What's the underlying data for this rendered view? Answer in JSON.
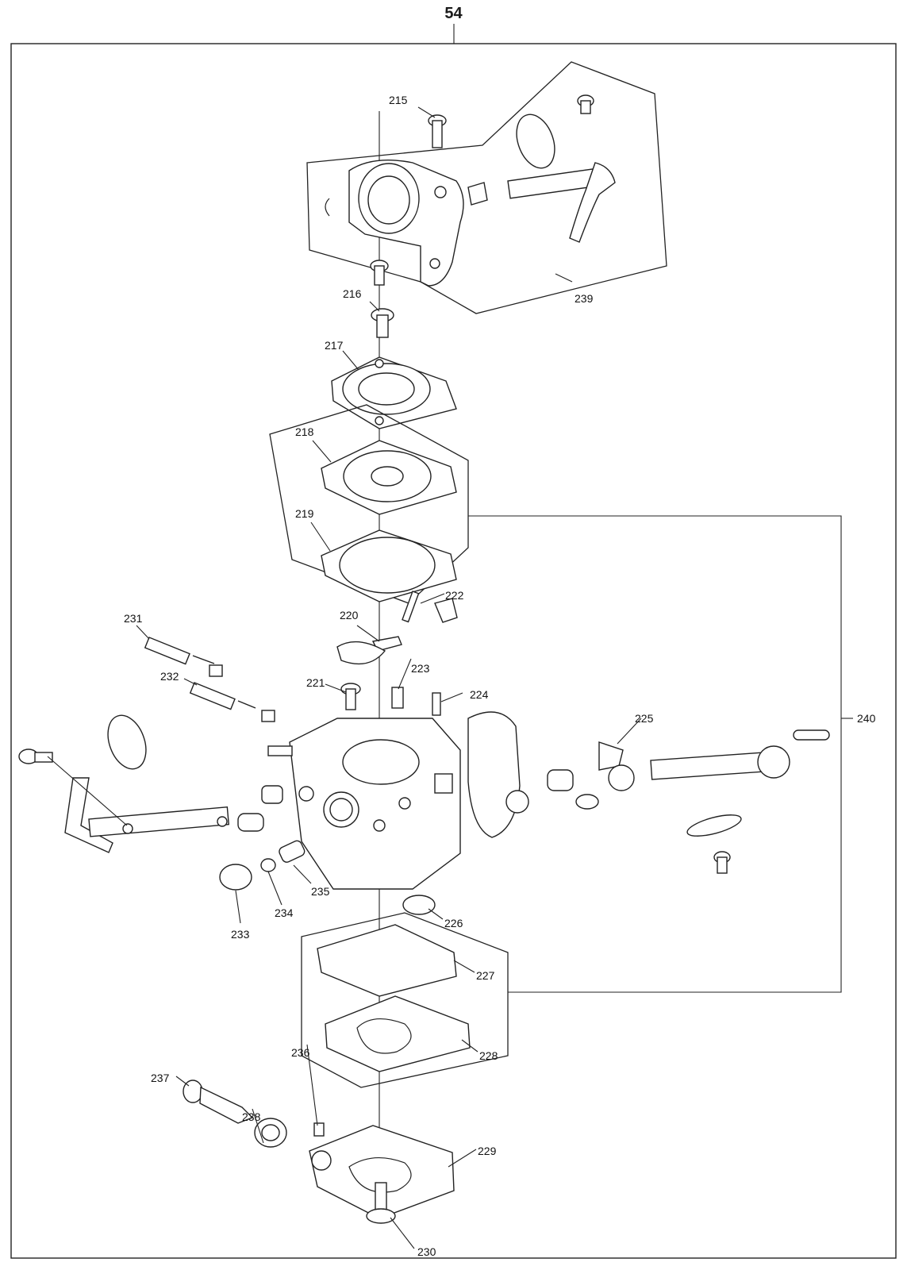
{
  "page_number": "54",
  "callouts": [
    {
      "id": "215",
      "label": "215"
    },
    {
      "id": "216",
      "label": "216"
    },
    {
      "id": "217",
      "label": "217"
    },
    {
      "id": "218",
      "label": "218"
    },
    {
      "id": "219",
      "label": "219"
    },
    {
      "id": "220",
      "label": "220"
    },
    {
      "id": "221",
      "label": "221"
    },
    {
      "id": "222",
      "label": "222"
    },
    {
      "id": "223",
      "label": "223"
    },
    {
      "id": "224",
      "label": "224"
    },
    {
      "id": "225",
      "label": "225"
    },
    {
      "id": "226",
      "label": "226"
    },
    {
      "id": "227",
      "label": "227"
    },
    {
      "id": "228",
      "label": "228"
    },
    {
      "id": "229",
      "label": "229"
    },
    {
      "id": "230",
      "label": "230"
    },
    {
      "id": "231",
      "label": "231"
    },
    {
      "id": "232",
      "label": "232"
    },
    {
      "id": "233",
      "label": "233"
    },
    {
      "id": "234",
      "label": "234"
    },
    {
      "id": "235",
      "label": "235"
    },
    {
      "id": "236",
      "label": "236"
    },
    {
      "id": "237",
      "label": "237"
    },
    {
      "id": "238",
      "label": "238"
    },
    {
      "id": "239",
      "label": "239"
    },
    {
      "id": "240",
      "label": "240"
    }
  ]
}
